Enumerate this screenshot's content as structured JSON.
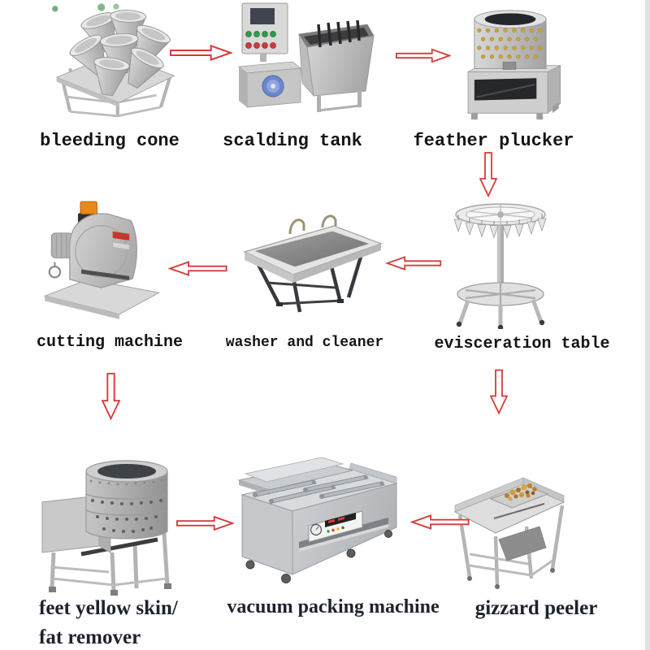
{
  "diagram": {
    "type": "process-flow",
    "subject": "poultry slaughter processing line equipment"
  },
  "flow": {
    "bleeding_cone": {
      "label": "bleeding cone"
    },
    "scalding_tank": {
      "label": "scalding tank"
    },
    "feather_plucker": {
      "label": "feather plucker"
    },
    "cutting_machine": {
      "label": "cutting machine"
    },
    "washer_cleaner": {
      "label": "washer and cleaner"
    },
    "evisceration_table": {
      "label": "evisceration table"
    },
    "feet_fat_remover": {
      "label_line1": "feet yellow skin/",
      "label_line2": "fat remover"
    },
    "vacuum_packing": {
      "label": "vacuum packing machine"
    },
    "gizzard_peeler": {
      "label": "gizzard peeler"
    }
  },
  "connections": [
    {
      "from": "bleeding cone",
      "to": "scalding tank",
      "direction": "right"
    },
    {
      "from": "scalding tank",
      "to": "feather plucker",
      "direction": "right"
    },
    {
      "from": "feather plucker",
      "to": "evisceration table",
      "direction": "down"
    },
    {
      "from": "evisceration table",
      "to": "washer and cleaner",
      "direction": "left"
    },
    {
      "from": "washer and cleaner",
      "to": "cutting machine",
      "direction": "left"
    },
    {
      "from": "cutting machine",
      "to": "feet yellow skin/fat remover",
      "direction": "down"
    },
    {
      "from": "evisceration table",
      "to": "gizzard peeler",
      "direction": "down"
    },
    {
      "from": "feet yellow skin/fat remover",
      "to": "vacuum packing machine",
      "direction": "right"
    },
    {
      "from": "gizzard peeler",
      "to": "vacuum packing machine",
      "direction": "left"
    }
  ],
  "colors": {
    "arrow_outline": "#d83a3a",
    "arrow_fill": "#ffffff",
    "mono_label": "#141414",
    "serif_label": "#1d222e",
    "page_edge": "#dfe2e6"
  }
}
